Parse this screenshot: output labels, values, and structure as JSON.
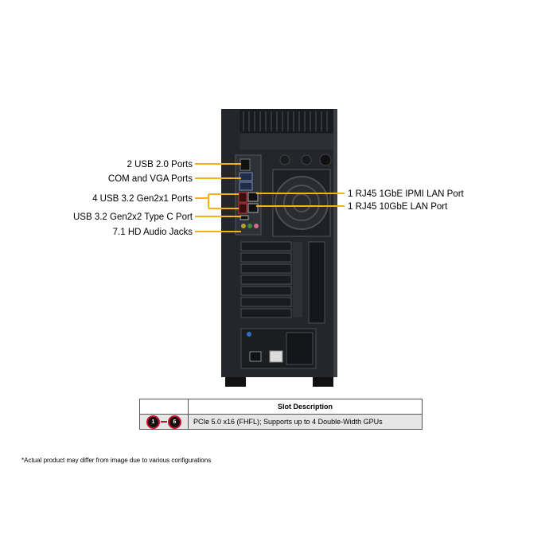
{
  "callouts_left": [
    "2 USB 2.0 Ports",
    "COM and VGA Ports",
    "4 USB 3.2 Gen2x1  Ports",
    "USB 3.2 Gen2x2 Type C Port",
    "7.1 HD Audio Jacks"
  ],
  "callouts_right": [
    "1 RJ45 1GbE IPMI  LAN Port",
    "1 RJ45 10GbE LAN Port"
  ],
  "table": {
    "header": "Slot Description",
    "badge_start": "1",
    "badge_end": "6",
    "row_desc": "PCIe 5.0 x16 (FHFL);  Supports up to 4 Double-Width  GPUs"
  },
  "footnote": "*Actual product may differ from image due to various configurations",
  "colors": {
    "leader": "#f2b21b",
    "badge_ring": "#c8102e",
    "chassis": "#24262b"
  }
}
